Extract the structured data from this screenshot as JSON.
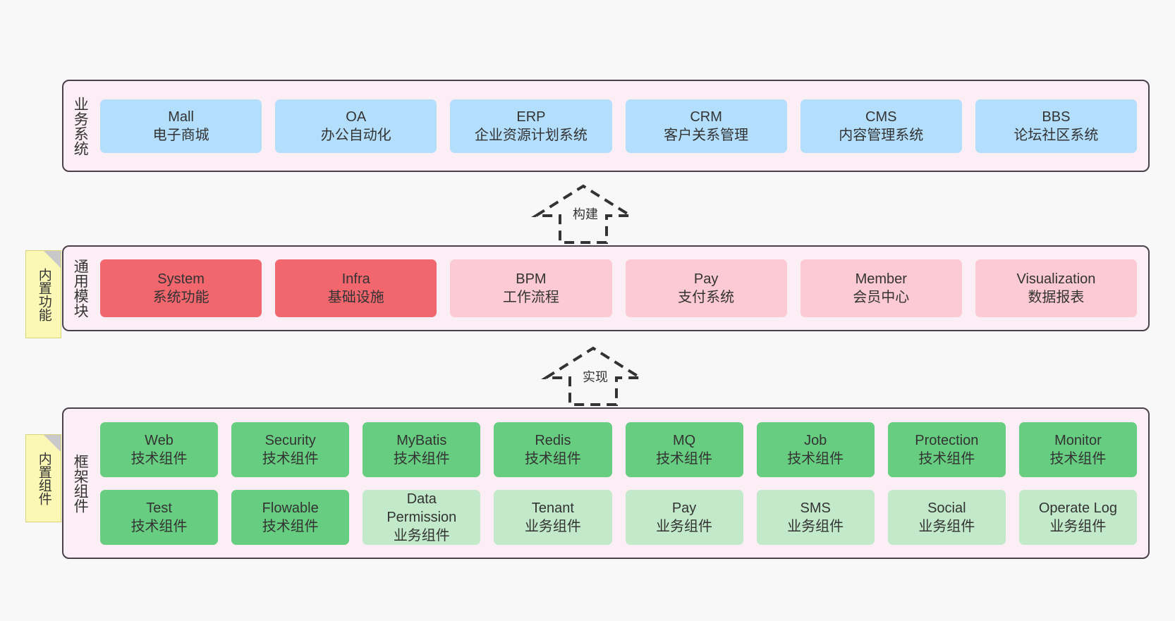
{
  "diagram": {
    "background_color": "#f8f8f8",
    "layer_fill": "#fbeef5",
    "layer_border": "#4a414b"
  },
  "layers": [
    {
      "key": "business",
      "title": "业务系统",
      "card_color": "#b3dffd",
      "cards": [
        {
          "name": "Mall",
          "desc": "电子商城"
        },
        {
          "name": "OA",
          "desc": "办公自动化"
        },
        {
          "name": "ERP",
          "desc": "企业资源计划系统"
        },
        {
          "name": "CRM",
          "desc": "客户关系管理"
        },
        {
          "name": "CMS",
          "desc": "内容管理系统"
        },
        {
          "name": "BBS",
          "desc": "论坛社区系统"
        }
      ]
    },
    {
      "key": "modules",
      "title": "通用模块",
      "note": "内置功能",
      "cards": [
        {
          "name": "System",
          "desc": "系统功能",
          "color": "#f2666e"
        },
        {
          "name": "Infra",
          "desc": "基础设施",
          "color": "#f2666e"
        },
        {
          "name": "BPM",
          "desc": "工作流程",
          "color": "#fccad2"
        },
        {
          "name": "Pay",
          "desc": "支付系统",
          "color": "#fccad2"
        },
        {
          "name": "Member",
          "desc": "会员中心",
          "color": "#fccad2"
        },
        {
          "name": "Visualization",
          "desc": "数据报表",
          "color": "#fccad2"
        }
      ]
    },
    {
      "key": "framework",
      "title": "框架组件",
      "note": "内置组件",
      "row1": [
        {
          "name": "Web",
          "desc": "技术组件",
          "color": "#67cd80"
        },
        {
          "name": "Security",
          "desc": "技术组件",
          "color": "#67cd80"
        },
        {
          "name": "MyBatis",
          "desc": "技术组件",
          "color": "#67cd80"
        },
        {
          "name": "Redis",
          "desc": "技术组件",
          "color": "#67cd80"
        },
        {
          "name": "MQ",
          "desc": "技术组件",
          "color": "#67cd80"
        },
        {
          "name": "Job",
          "desc": "技术组件",
          "color": "#67cd80"
        },
        {
          "name": "Protection",
          "desc": "技术组件",
          "color": "#67cd80"
        },
        {
          "name": "Monitor",
          "desc": "技术组件",
          "color": "#67cd80"
        }
      ],
      "row2": [
        {
          "name": "Test",
          "desc": "技术组件",
          "color": "#67cd80"
        },
        {
          "name": "Flowable",
          "desc": "技术组件",
          "color": "#67cd80"
        },
        {
          "name": "Data",
          "name2": "Permission",
          "desc": "业务组件",
          "color": "#c2e9c9"
        },
        {
          "name": "Tenant",
          "desc": "业务组件",
          "color": "#c2e9c9"
        },
        {
          "name": "Pay",
          "desc": "业务组件",
          "color": "#c2e9c9"
        },
        {
          "name": "SMS",
          "desc": "业务组件",
          "color": "#c2e9c9"
        },
        {
          "name": "Social",
          "desc": "业务组件",
          "color": "#c2e9c9"
        },
        {
          "name": "Operate Log",
          "desc": "业务组件",
          "color": "#c2e9c9"
        }
      ]
    }
  ],
  "connectors": [
    {
      "key": "build",
      "label": "构建"
    },
    {
      "key": "implement",
      "label": "实现"
    }
  ]
}
